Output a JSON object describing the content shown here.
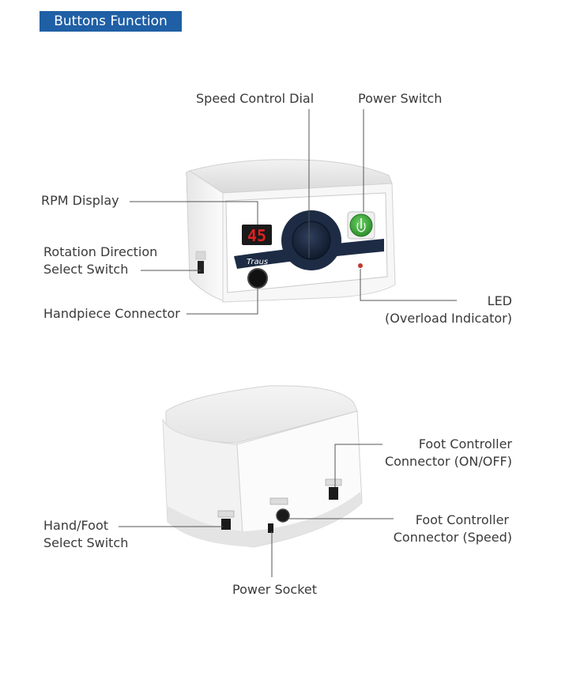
{
  "header": {
    "title": "Buttons Function"
  },
  "front_view": {
    "brand_text": "Traus",
    "rpm_value": "45",
    "labels": {
      "speed_control_dial": "Speed Control Dial",
      "power_switch": "Power Switch",
      "rpm_display": "RPM Display",
      "rotation_direction_line1": "Rotation Direction",
      "rotation_direction_line2": "Select Switch",
      "handpiece_connector": "Handpiece Connector",
      "led_line1": "LED",
      "led_line2": "(Overload Indicator)"
    }
  },
  "rear_view": {
    "labels": {
      "foot_on_off_line1": "Foot Controller",
      "foot_on_off_line2": "Connector (ON/OFF)",
      "foot_speed_line1": "Foot Controller",
      "foot_speed_line2": "Connector (Speed)",
      "hand_foot_line1": "Hand/Foot",
      "hand_foot_line2": "Select Switch",
      "power_socket": "Power Socket"
    }
  },
  "colors": {
    "banner": "#1f5fa5",
    "label_text": "#3a3a3a",
    "leader_line": "#555555",
    "panel_dark": "#1d2c44",
    "rpm_red": "#e02020",
    "power_green": "#3fae3a",
    "led_red": "#c0392b"
  }
}
